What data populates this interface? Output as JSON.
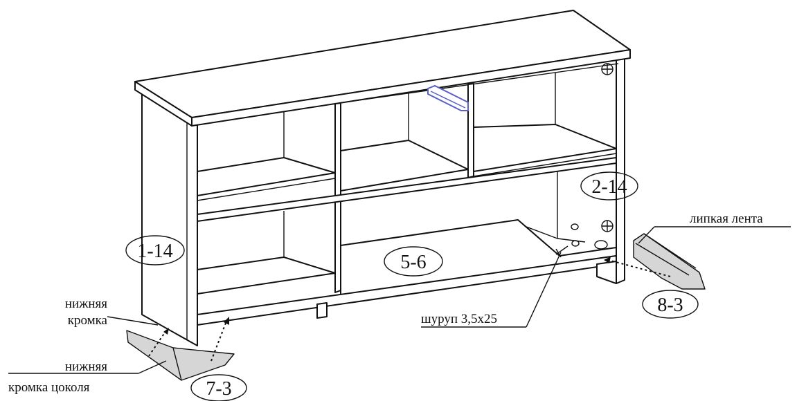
{
  "diagram": {
    "parts": [
      {
        "id": "side-left",
        "label": "1-14"
      },
      {
        "id": "side-right",
        "label": "2-14"
      },
      {
        "id": "bottom-shelf",
        "label": "5-6"
      },
      {
        "id": "plinth-left",
        "label": "7-3"
      },
      {
        "id": "plinth-right",
        "label": "8-3"
      }
    ],
    "annotations": {
      "bottom_edge": [
        "нижняя",
        "кромка"
      ],
      "plinth_edge": [
        "нижняя",
        "кромка цоколя"
      ],
      "screw": "шуруп 3,5x25",
      "tape": "липкая лента"
    },
    "colors": {
      "line": "#111111",
      "tape": "#d6d6d6",
      "rail": "#5a5fc8"
    }
  }
}
